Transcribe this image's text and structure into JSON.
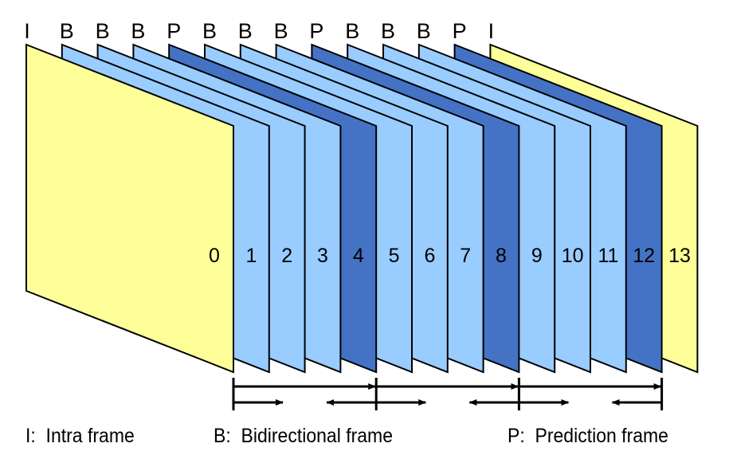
{
  "diagram": {
    "title": "GOP frame sequence",
    "colors": {
      "I": "#ffff99",
      "B": "#99ccff",
      "P": "#4472c4",
      "stroke": "#000000"
    },
    "frames": [
      {
        "index": "0",
        "type": "I"
      },
      {
        "index": "1",
        "type": "B"
      },
      {
        "index": "2",
        "type": "B"
      },
      {
        "index": "3",
        "type": "B"
      },
      {
        "index": "4",
        "type": "P"
      },
      {
        "index": "5",
        "type": "B"
      },
      {
        "index": "6",
        "type": "B"
      },
      {
        "index": "7",
        "type": "B"
      },
      {
        "index": "8",
        "type": "P"
      },
      {
        "index": "9",
        "type": "B"
      },
      {
        "index": "10",
        "type": "B"
      },
      {
        "index": "11",
        "type": "B"
      },
      {
        "index": "12",
        "type": "P"
      },
      {
        "index": "13",
        "type": "I"
      }
    ],
    "prediction_groups": [
      {
        "from": "0",
        "to": "4"
      },
      {
        "from": "4",
        "to": "8"
      },
      {
        "from": "8",
        "to": "12"
      }
    ]
  },
  "legend": {
    "intra": "I:  Intra frame",
    "bidirectional": "B:  Bidirectional frame",
    "prediction": "P:  Prediction frame"
  }
}
